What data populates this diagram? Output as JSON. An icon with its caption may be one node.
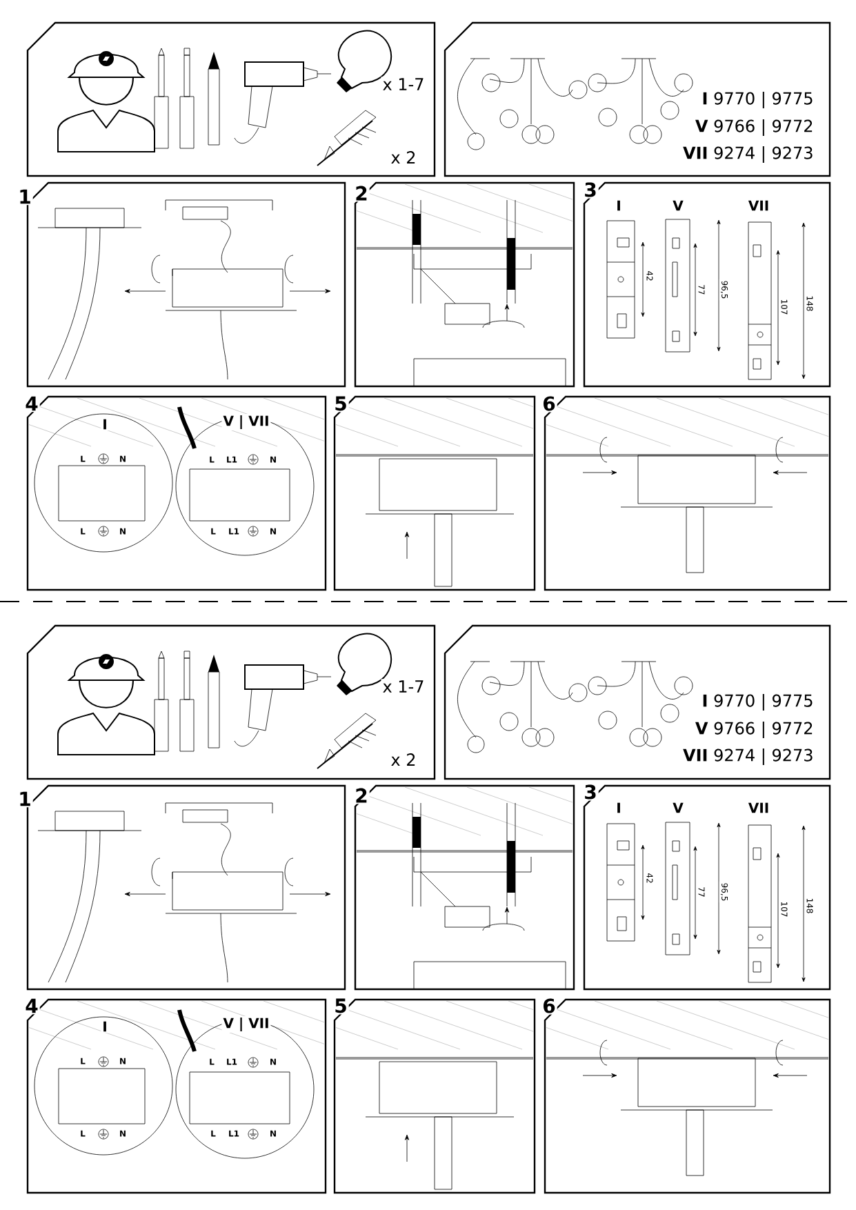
{
  "diagram": {
    "labels": [
      "x 1-7",
      "x 2",
      "**I** 9770 | 9775",
      "**V** 9766 | 9772",
      "**VII** 9274 | 9273",
      "1",
      "2",
      "3",
      "I",
      "V",
      "VII",
      "42",
      "77",
      "96,5",
      "107",
      "148",
      "4",
      "I",
      "V | VII",
      "L",
      "N",
      "L",
      "N",
      "L",
      "L1",
      "N",
      "L",
      "L1",
      "N",
      "5",
      "6",
      "x 1-7",
      "x 2",
      "**I** 9770 | 9775",
      "**V** 9766 | 9772",
      "**VII** 9274 | 9273",
      "1",
      "2",
      "3",
      "I",
      "V",
      "VII",
      "42",
      "77",
      "96,5",
      "107",
      "148",
      "4",
      "I",
      "V | VII",
      "L",
      "N",
      "L",
      "N",
      "L",
      "L1",
      "N",
      "L",
      "L1",
      "N",
      "5",
      "6"
    ]
  }
}
